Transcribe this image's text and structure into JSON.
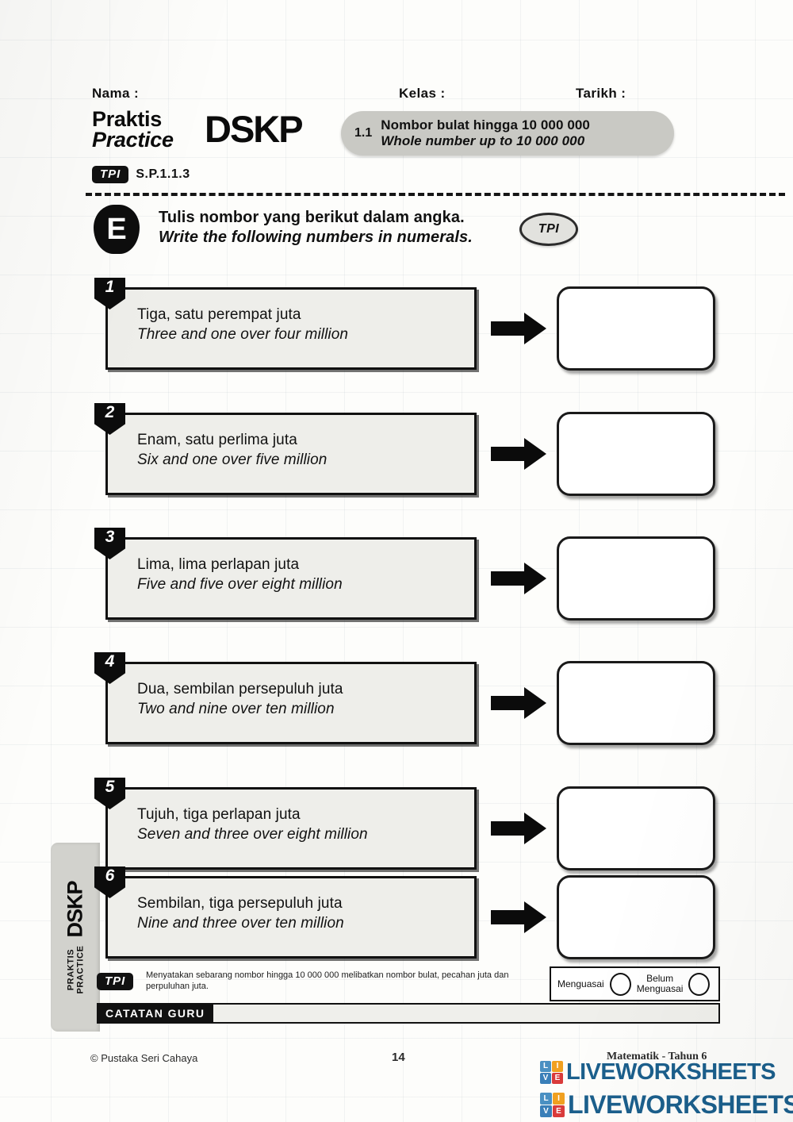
{
  "header": {
    "nama_label": "Nama :",
    "kelas_label": "Kelas :",
    "tarikh_label": "Tarikh :",
    "brand_ms": "Praktis",
    "brand_en": "Practice",
    "brand_dskp": "DSKP",
    "tpi_badge": "TPI",
    "sp_code": "S.P.1.1.3",
    "topic_number": "1.1",
    "topic_ms": "Nombor bulat hingga 10 000 000",
    "topic_en": "Whole number up to 10 000 000"
  },
  "instruction": {
    "letter": "E",
    "text_ms": "Tulis nombor yang berikut dalam angka.",
    "text_en": "Write the following numbers in numerals.",
    "tpi_tag": "TPI"
  },
  "questions": [
    {
      "number": "1",
      "ms": "Tiga, satu perempat juta",
      "en": "Three and one over four million",
      "answer": ""
    },
    {
      "number": "2",
      "ms": "Enam, satu perlima juta",
      "en": "Six and one over five million",
      "answer": ""
    },
    {
      "number": "3",
      "ms": "Lima, lima perlapan juta",
      "en": "Five and five over eight million",
      "answer": ""
    },
    {
      "number": "4",
      "ms": "Dua, sembilan persepuluh juta",
      "en": "Two and nine over ten million",
      "answer": ""
    },
    {
      "number": "5",
      "ms": "Tujuh, tiga perlapan juta",
      "en": "Seven and three over eight million",
      "answer": ""
    },
    {
      "number": "6",
      "ms": "Sembilan, tiga persepuluh juta",
      "en": "Nine and three over ten million",
      "answer": ""
    }
  ],
  "side_tab": {
    "small_line1": "PRAKTIS",
    "small_line2": "PRACTICE",
    "big": "DSKP"
  },
  "teacher_strip": {
    "tpi_badge": "TPI",
    "descriptor": "Menyatakan sebarang nombor hingga 10 000 000 melibatkan nombor bulat, pecahan juta dan perpuluhan juta.",
    "mastery_yes": "Menguasai",
    "mastery_no_line1": "Belum",
    "mastery_no_line2": "Menguasai",
    "catatan_label": "CATATAN GURU",
    "catatan_value": ""
  },
  "page_footer": {
    "copyright": "© Pustaka Seri Cahaya",
    "page_number": "14",
    "subject": "Matematik - Tahun 6"
  },
  "watermark": {
    "word": "LIVEWORKSHEETS",
    "letters": [
      "L",
      "I",
      "V",
      "E"
    ],
    "letter_colors": [
      "#4a90c2",
      "#f0a020",
      "#3a7fb8",
      "#d93b3b"
    ],
    "word_color": "#1b5f8c"
  }
}
